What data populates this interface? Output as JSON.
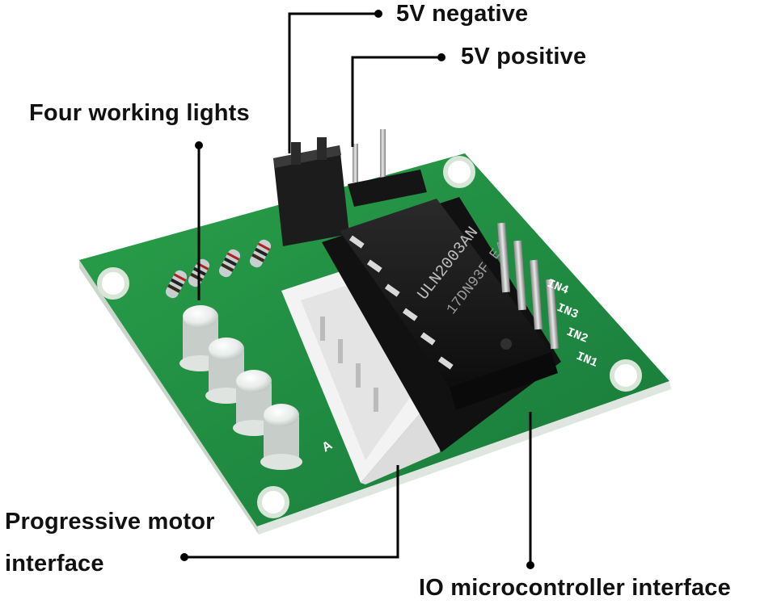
{
  "labels": {
    "negative_5v": "5V negative",
    "positive_5v": "5V positive",
    "working_lights": "Four working lights",
    "motor_interface_line1": "Progressive motor",
    "motor_interface_line2": "interface",
    "io_interface": "IO microcontroller interface"
  },
  "board": {
    "chip_marking_line1": "ULN2003AN",
    "chip_marking_line2": "17DN93F E4",
    "pin_labels": [
      "IN1",
      "IN2",
      "IN3",
      "IN4"
    ],
    "connector_letter": "A"
  },
  "colors": {
    "pcb": "#1f8a3e",
    "chip": "#1b1b1b",
    "connector": "#f2f2f2",
    "line": "#000000"
  }
}
